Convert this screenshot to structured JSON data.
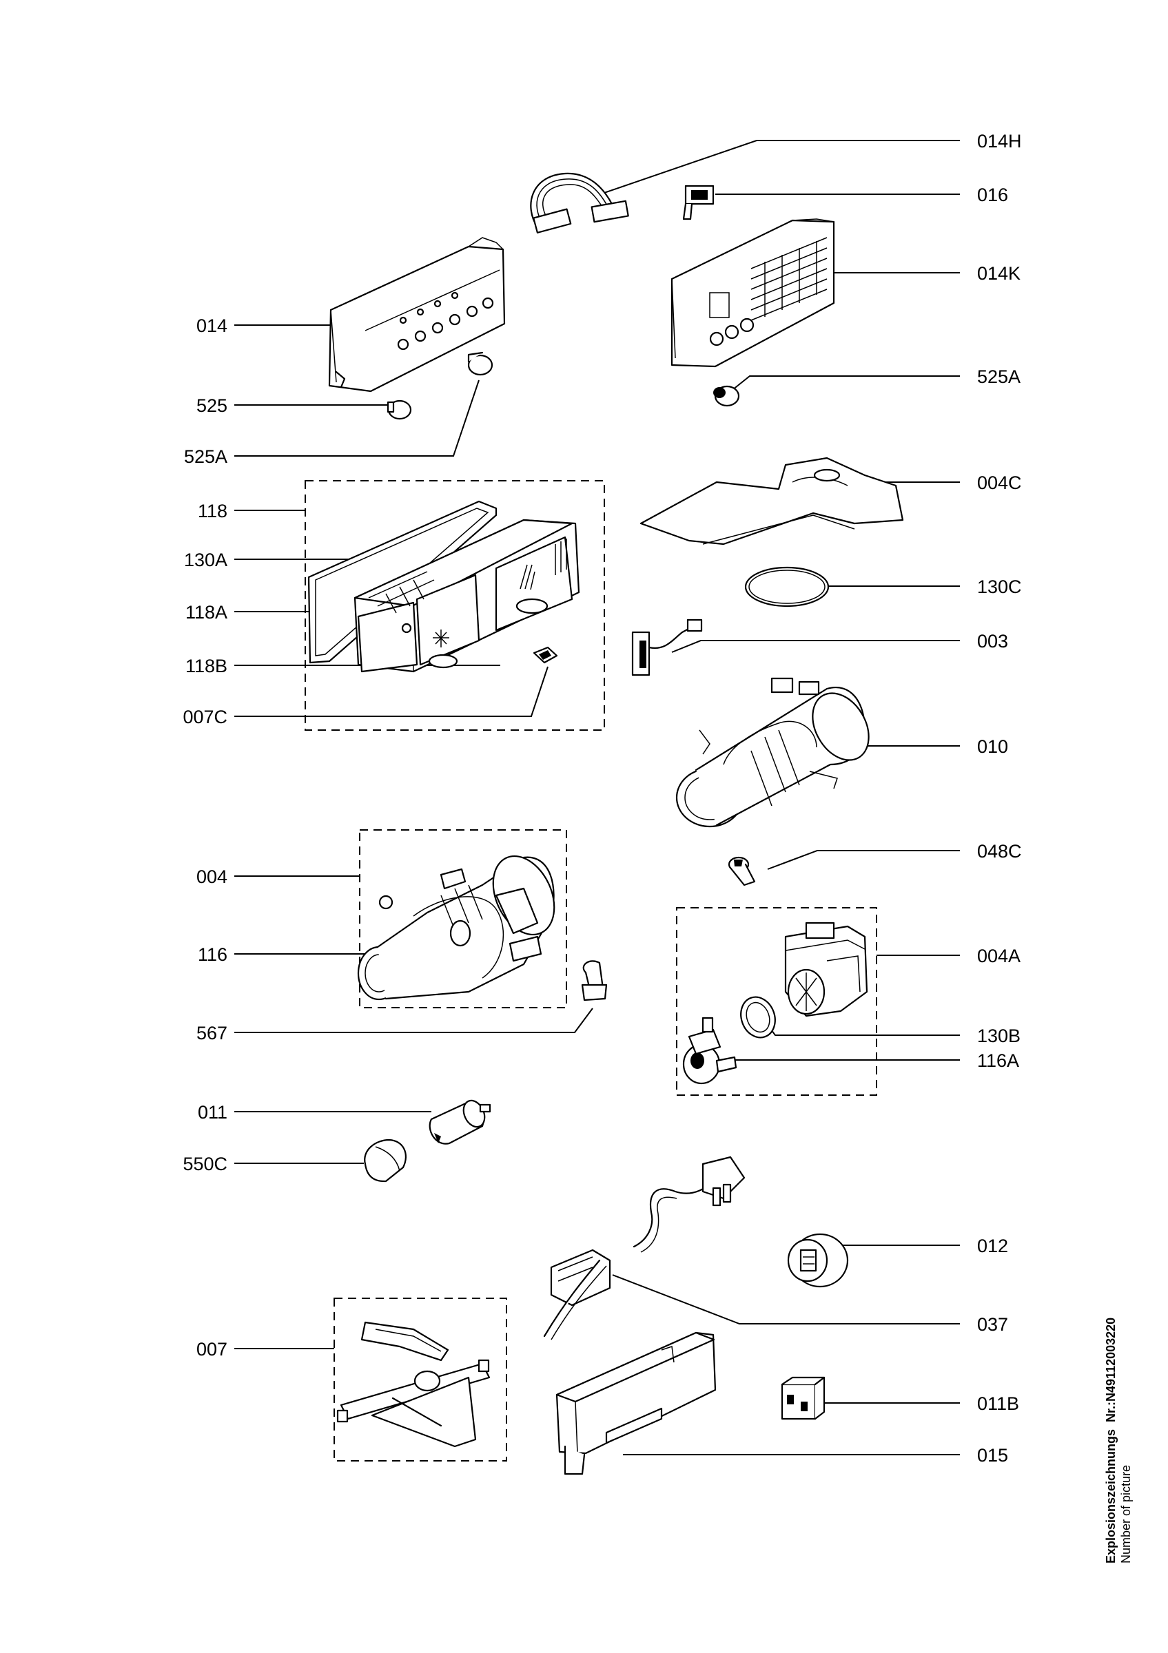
{
  "labels": {
    "l014H": "014H",
    "l016": "016",
    "l014K": "014K",
    "l014": "014",
    "l525A_right": "525A",
    "l525": "525",
    "l525A_left": "525A",
    "l004C": "004C",
    "l118": "118",
    "l130A": "130A",
    "l130C": "130C",
    "l118A": "118A",
    "l003": "003",
    "l118B": "118B",
    "l007C": "007C",
    "l010": "010",
    "l048C": "048C",
    "l004": "004",
    "l116": "116",
    "l004A": "004A",
    "l567": "567",
    "l130B": "130B",
    "l116A": "116A",
    "l011": "011",
    "l550C": "550C",
    "l012": "012",
    "l037": "037",
    "l007": "007",
    "l011B": "011B",
    "l015": "015"
  },
  "footer": {
    "title_prefix": "Explosionszeichnungs",
    "title_number": "Nr.:N49112003220",
    "subtitle": "Number of picture"
  }
}
